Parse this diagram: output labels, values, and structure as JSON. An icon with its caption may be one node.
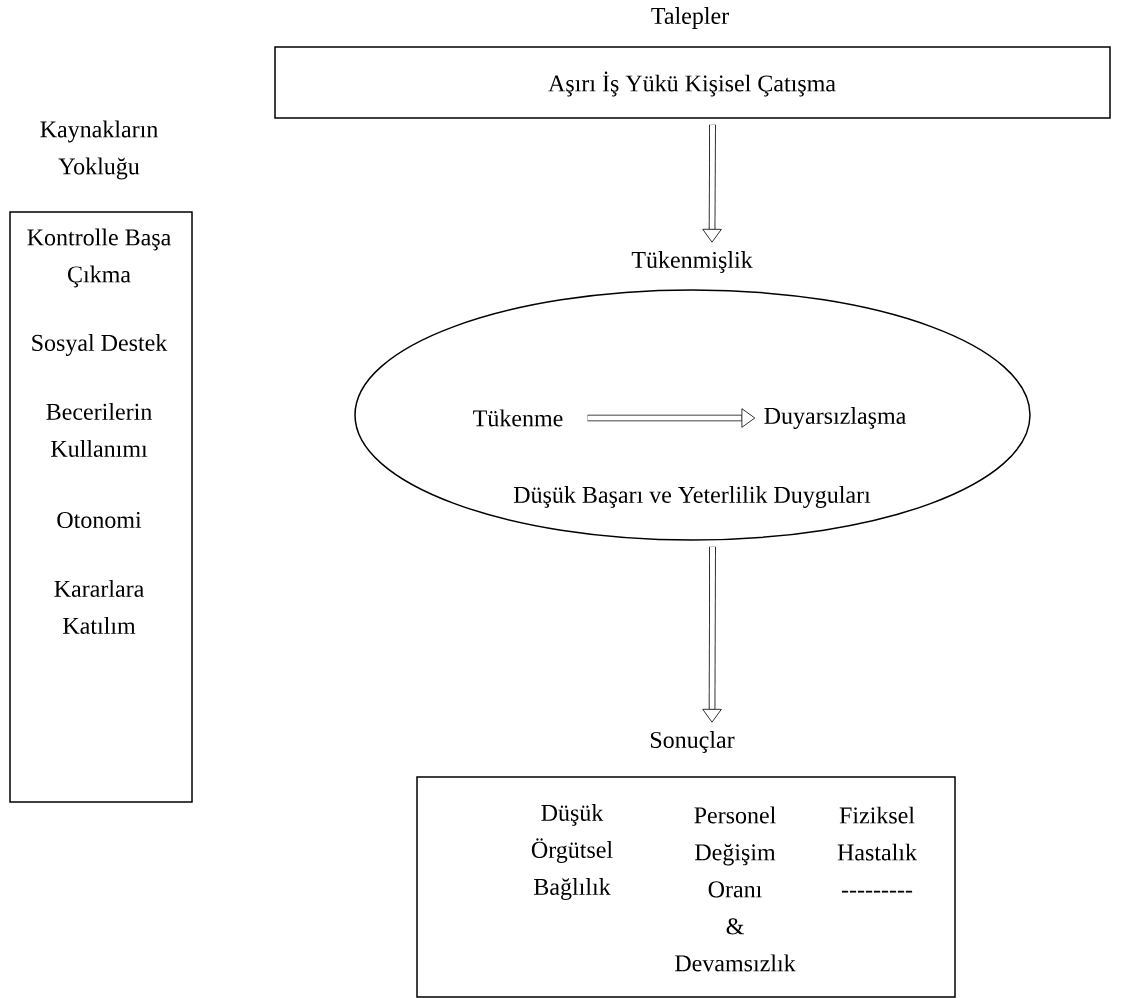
{
  "diagram": {
    "nodes": [
      {
        "text": [
          "Talepler",
          "Aşırı İş Yükü  Kişisel Çatışma"
        ]
      },
      {
        "text": [
          "Kaynakların Yokluğu",
          "Kontrolle Başa Çıkma",
          "Sosyal Destek",
          "Becerilerin Kullanımı",
          "Otonomi",
          "Kararlara Katılım"
        ]
      },
      {
        "text": [
          "Tükenmişlik",
          "Düşük Başarı ve Yeterlilik Duyguları"
        ]
      },
      {
        "text": [
          "Tükenme"
        ],
        "in": 2
      },
      {
        "text": [
          "Duyarsızlaşma"
        ],
        "in": 2
      },
      {
        "text": [
          "Sonuçlar",
          "Düşük Örgütsel Bağlılık",
          "Personel Değişim Oranı & Devamsızlık",
          "Fiziksel Hastalık ---------"
        ]
      }
    ],
    "edges": [
      {
        "from": 0,
        "to": 2,
        "arrow": "to"
      },
      {
        "from": 3,
        "to": 4,
        "arrow": "to"
      },
      {
        "from": 2,
        "to": 5,
        "arrow": "to"
      }
    ]
  }
}
